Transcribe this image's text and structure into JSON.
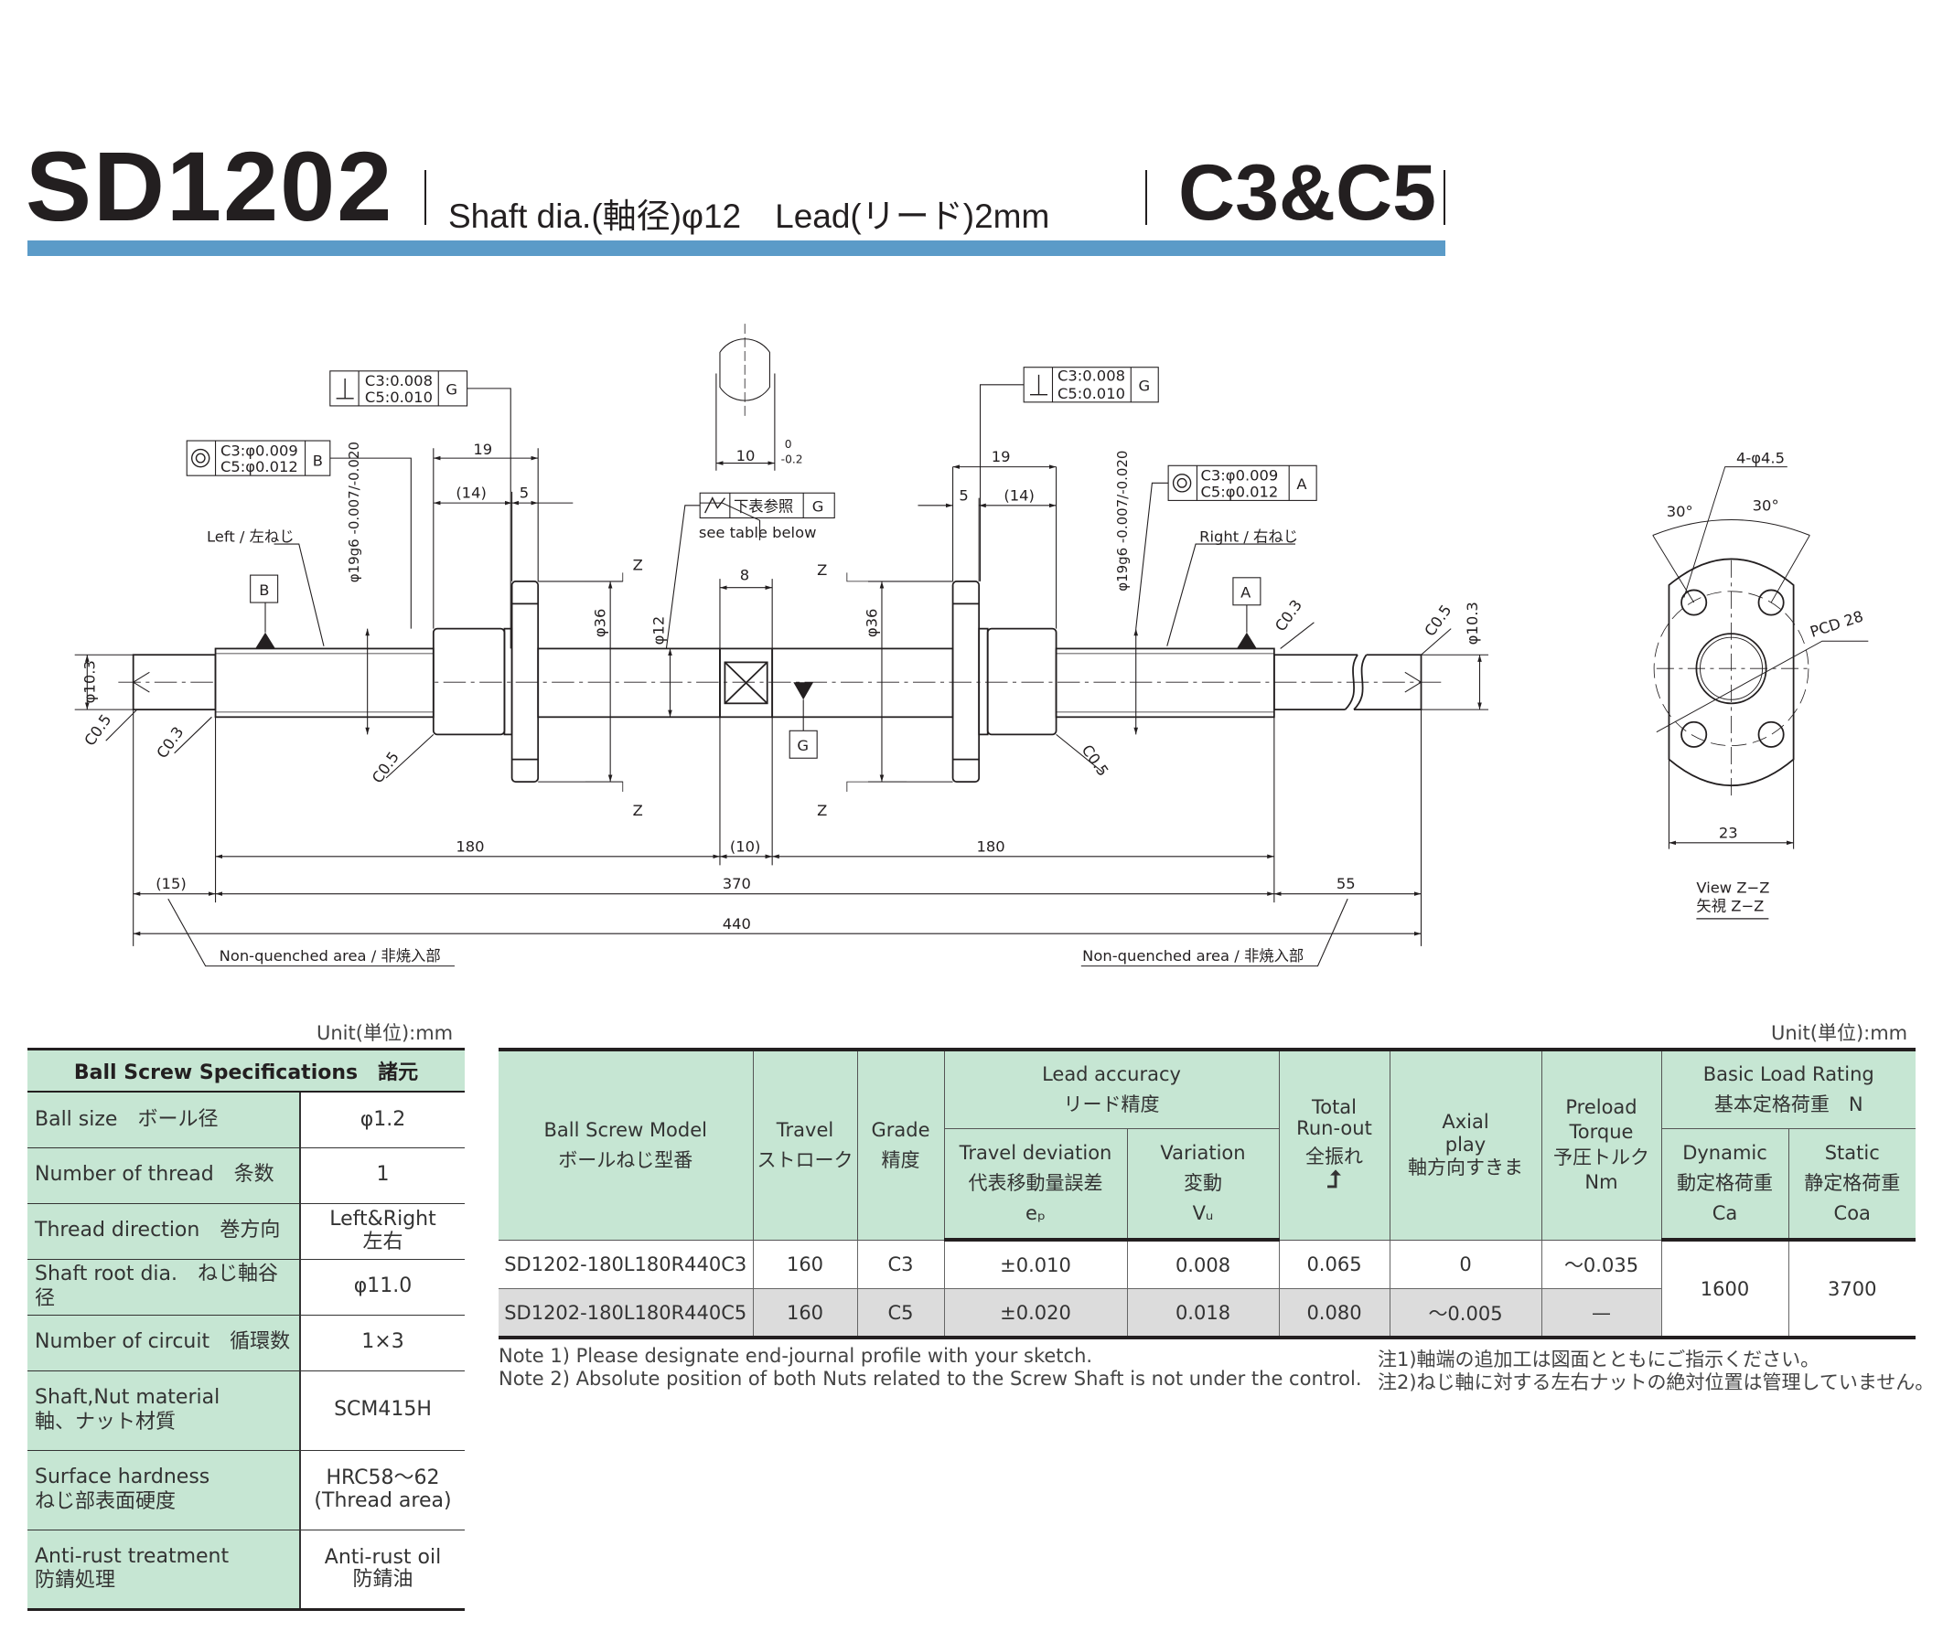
{
  "header": {
    "model": "SD1202",
    "subtitle": "Shaft dia.(軸径)φ12　Lead(リード)2mm",
    "grades": "C3&C5"
  },
  "colors": {
    "accent_bar": "#5b9bc8",
    "table_header": "#c6e6d3",
    "row_alt": "#dcdcdc"
  },
  "drawing": {
    "tol_perp_left": {
      "c3": "C3:0.008",
      "c5": "C5:0.010",
      "datum": "G"
    },
    "tol_conc_left": {
      "c3": "C3:φ0.009",
      "c5": "C5:φ0.012",
      "datum": "B"
    },
    "tol_perp_right": {
      "c3": "C3:0.008",
      "c5": "C5:0.010",
      "datum": "G"
    },
    "tol_conc_right": {
      "c3": "C3:φ0.009",
      "c5": "C5:φ0.012",
      "datum": "A"
    },
    "ref_box": {
      "text": "下表参照",
      "datum": "G",
      "caption": "see table below"
    },
    "left_thread": "Left / 左ねじ",
    "right_thread": "Right / 右ねじ",
    "datum_b": "B",
    "datum_a": "A",
    "datum_g": "G",
    "dim_19_left": "19",
    "dim_14_left": "(14)",
    "dim_5_left": "5",
    "dim_19_right": "19",
    "dim_14_right": "(14)",
    "dim_5_right": "5",
    "dim_10": "10",
    "tol_upper": "0",
    "tol_lower": "-0.2",
    "dim_8": "8",
    "fit_left": "φ19g6 -0.007/-0.020",
    "fit_right": "φ19g6 -0.007/-0.020",
    "dia_36_left": "φ36",
    "dia_36_right": "φ36",
    "dia_12": "φ12",
    "dia_103_left": "φ10.3",
    "dia_103_right": "φ10.3",
    "c05_a": "C0.5",
    "c03_a": "C0.3",
    "c05_b": "C0.5",
    "c05_c": "C0.5",
    "c03_b": "C0.3",
    "c05_d": "C0.5",
    "z": "Z",
    "dim_180_left": "180",
    "dim_10_center": "(10)",
    "dim_180_right": "180",
    "dim_15": "(15)",
    "dim_370": "370",
    "dim_55": "55",
    "dim_440": "440",
    "nonq_left": "Non-quenched area / 非焼入部",
    "nonq_right": "Non-quenched area / 非焼入部",
    "holes": "4-φ4.5",
    "angle_left": "30°",
    "angle_right": "30°",
    "pcd": "PCD 28",
    "flange_width": "23",
    "view_en": "View Z−Z",
    "view_ja": "矢視 Z−Z"
  },
  "spec_table": {
    "unit": "Unit(単位):mm",
    "title": "Ball Screw Specifications　諸元",
    "rows": [
      {
        "label": "Ball size　ボール径",
        "value": "φ1.2"
      },
      {
        "label": "Number of thread　条数",
        "value": "1"
      },
      {
        "label": "Thread direction　巻方向",
        "value": "Left&Right",
        "value2": "左右"
      },
      {
        "label": "Shaft root dia.　ねじ軸谷径",
        "value": "φ11.0"
      },
      {
        "label": "Number of circuit　循環数",
        "value": "1×3"
      },
      {
        "label": "Shaft,Nut material",
        "label2": "軸、ナット材質",
        "value": "SCM415H"
      },
      {
        "label": "Surface hardness",
        "label2": "ねじ部表面硬度",
        "value": "HRC58～62",
        "value2": "(Thread area)"
      },
      {
        "label": "Anti-rust treatment",
        "label2": "防錆処理",
        "value": "Anti-rust oil",
        "value2": "防錆油"
      }
    ]
  },
  "main_table": {
    "unit": "Unit(単位):mm",
    "headers": {
      "model": [
        "Ball Screw Model",
        "ボールねじ型番"
      ],
      "travel": [
        "Travel",
        "ストローク"
      ],
      "grade": [
        "Grade",
        "精度"
      ],
      "lead": [
        "Lead accuracy",
        "リード精度"
      ],
      "ep": [
        "Travel deviation",
        "代表移動量誤差",
        "eₚ"
      ],
      "vu": [
        "Variation",
        "変動",
        "Vᵤ"
      ],
      "runout": [
        "Total",
        "Run-out",
        "全振れ"
      ],
      "axial": [
        "Axial",
        "play",
        "軸方向すきま"
      ],
      "preload": [
        "Preload",
        "Torque",
        "予圧トルク",
        "Nm"
      ],
      "load": [
        "Basic Load Rating",
        "基本定格荷重　N"
      ],
      "dynamic": [
        "Dynamic",
        "動定格荷重",
        "Ca"
      ],
      "static": [
        "Static",
        "静定格荷重",
        "Coa"
      ]
    },
    "rows": [
      [
        "SD1202-180L180R440C3",
        "160",
        "C3",
        "±0.010",
        "0.008",
        "0.065",
        "0",
        "～0.035"
      ],
      [
        "SD1202-180L180R440C5",
        "160",
        "C5",
        "±0.020",
        "0.018",
        "0.080",
        "～0.005",
        "—"
      ]
    ],
    "dynamic_load": "1600",
    "static_load": "3700"
  },
  "notes": {
    "en1": "Note 1) Please designate end-journal profile with your sketch.",
    "en2": "Note 2) Absolute position of both Nuts related to the Screw Shaft is not under the control.",
    "ja1": "注1)軸端の追加工は図面とともにご指示ください。",
    "ja2": "注2)ねじ軸に対する左右ナットの絶対位置は管理していません。"
  }
}
